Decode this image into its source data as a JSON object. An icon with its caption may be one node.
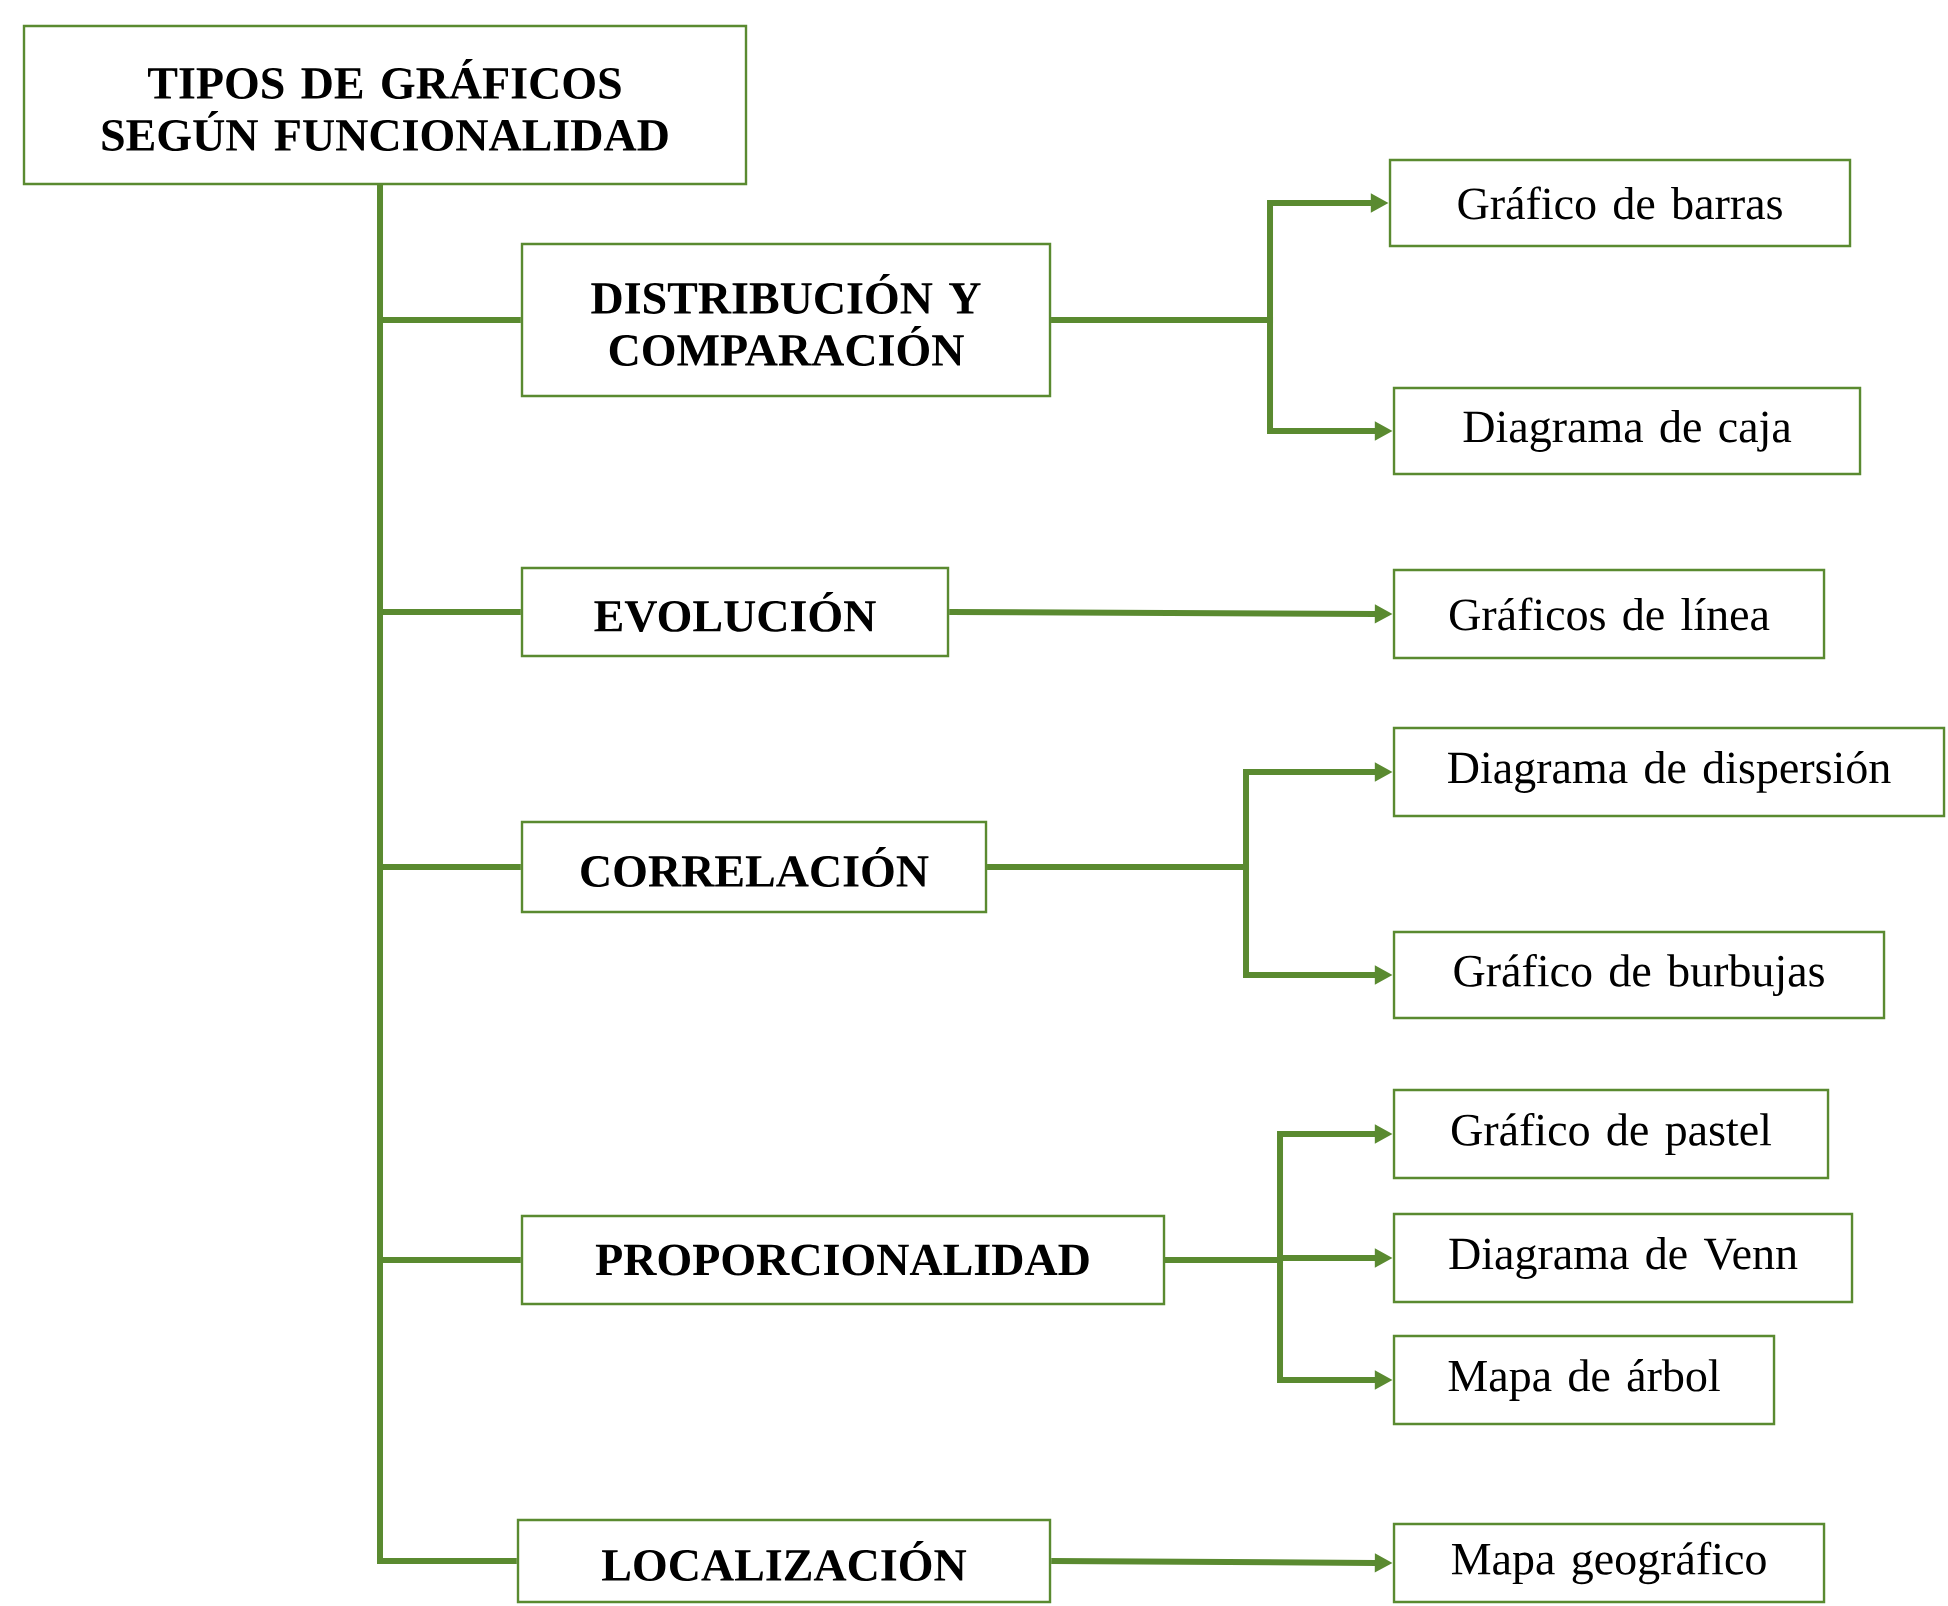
{
  "diagram": {
    "nodes": [
      {
        "text": [
          "TIPOS DE GRÁFICOS SEGÚN FUNCIONALIDAD"
        ]
      },
      {
        "text": [
          "DISTRIBUCIÓN Y COMPARACIÓN"
        ]
      },
      {
        "text": [
          "Gráfico de barras"
        ]
      },
      {
        "text": [
          "Diagrama de caja"
        ]
      },
      {
        "text": [
          "EVOLUCIÓN"
        ]
      },
      {
        "text": [
          "Gráficos de línea"
        ]
      },
      {
        "text": [
          "CORRELACIÓN"
        ]
      },
      {
        "text": [
          "Diagrama de dispersión"
        ]
      },
      {
        "text": [
          "Gráfico de burbujas"
        ]
      },
      {
        "text": [
          "PROPORCIONALIDAD"
        ]
      },
      {
        "text": [
          "Gráfico de pastel"
        ]
      },
      {
        "text": [
          "Diagrama de Venn"
        ]
      },
      {
        "text": [
          "Mapa de árbol"
        ]
      },
      {
        "text": [
          "LOCALIZACIÓN"
        ]
      },
      {
        "text": [
          "Mapa geográfico"
        ]
      }
    ],
    "edges": [
      {
        "from": 0,
        "to": 1,
        "arrow": "none"
      },
      {
        "from": 0,
        "to": 4,
        "arrow": "none"
      },
      {
        "from": 0,
        "to": 6,
        "arrow": "none"
      },
      {
        "from": 0,
        "to": 9,
        "arrow": "none"
      },
      {
        "from": 0,
        "to": 13,
        "arrow": "none"
      },
      {
        "from": 1,
        "to": 2,
        "arrow": "to"
      },
      {
        "from": 1,
        "to": 3,
        "arrow": "to"
      },
      {
        "from": 4,
        "to": 5,
        "arrow": "to"
      },
      {
        "from": 6,
        "to": 7,
        "arrow": "to"
      },
      {
        "from": 6,
        "to": 8,
        "arrow": "to"
      },
      {
        "from": 9,
        "to": 10,
        "arrow": "to"
      },
      {
        "from": 9,
        "to": 11,
        "arrow": "to"
      },
      {
        "from": 9,
        "to": 12,
        "arrow": "to"
      },
      {
        "from": 13,
        "to": 14,
        "arrow": "to"
      }
    ]
  }
}
